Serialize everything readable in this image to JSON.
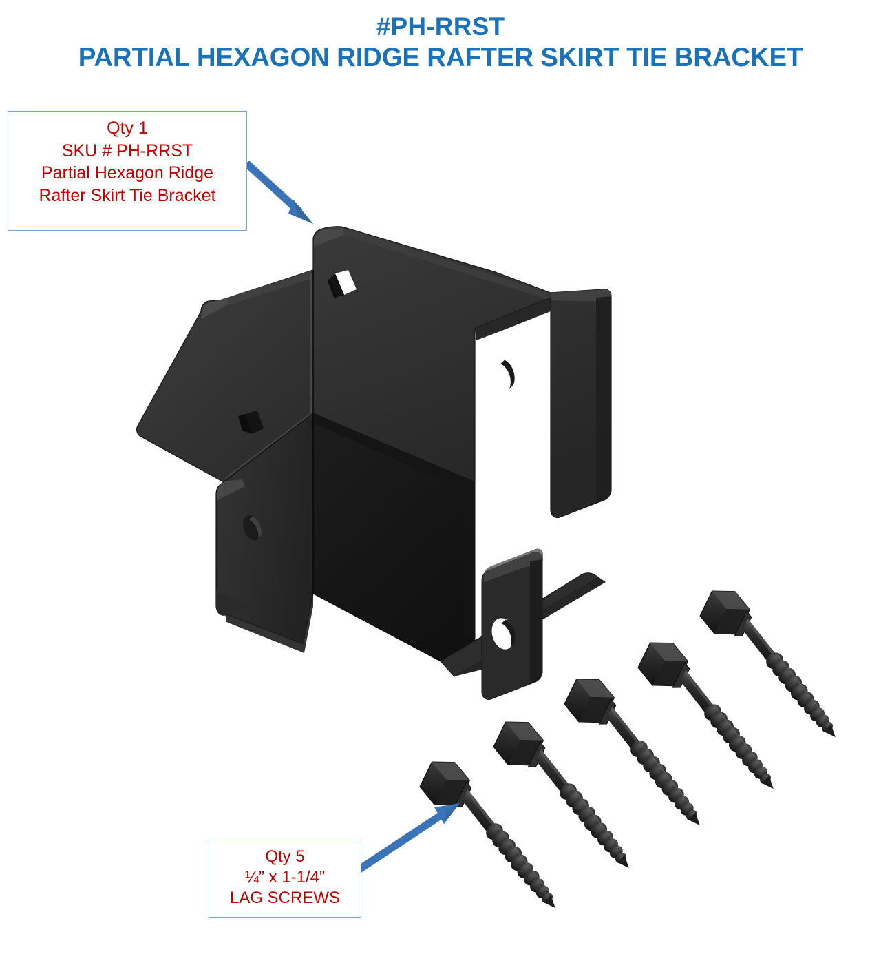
{
  "header": {
    "sku_title": "#PH-RRST",
    "product_title": "PARTIAL HEXAGON RIDGE RAFTER SKIRT TIE BRACKET"
  },
  "callouts": {
    "bracket": {
      "line1": "Qty 1",
      "line2": "SKU # PH-RRST",
      "line3": "Partial Hexagon Ridge",
      "line4": "Rafter Skirt Tie Bracket"
    },
    "screws": {
      "line1": "Qty 5",
      "line2": "¼” x 1-1/4”",
      "line3": "LAG SCREWS"
    }
  },
  "colors": {
    "title_blue": "#1b72b8",
    "callout_red": "#c00000",
    "callout_border": "#7ba7c7",
    "arrow_blue": "#3b73b9",
    "part_black": "#2b2b2b",
    "background": "#ffffff"
  },
  "parts": [
    {
      "name": "Partial Hexagon Ridge Rafter Skirt Tie Bracket",
      "sku": "PH-RRST",
      "qty": "1",
      "finish": "black"
    },
    {
      "name": "LAG SCREWS",
      "size": "¼” x 1-1/4”",
      "qty": "5",
      "finish": "black"
    }
  ]
}
